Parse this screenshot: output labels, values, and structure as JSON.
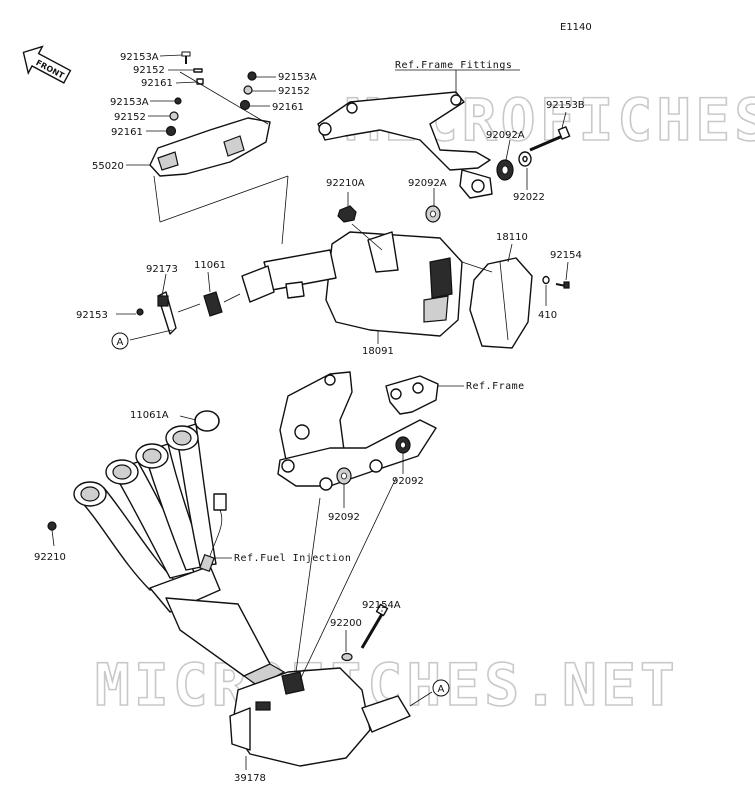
{
  "diagram_code": "E1140",
  "front_arrow_text": "FRONT",
  "watermark": "MICROFICHES.NET",
  "refs": {
    "frame_fittings": "Ref.Frame Fittings",
    "frame": "Ref.Frame",
    "fuel_injection": "Ref.Fuel Injection"
  },
  "markers": {
    "a": "A"
  },
  "parts": {
    "p92153A_1": "92153A",
    "p92152_1": "92152",
    "p92161_1": "92161",
    "p92153A_2": "92153A",
    "p92152_2": "92152",
    "p92161_2": "92161",
    "p92153A_3": "92153A",
    "p92152_3": "92152",
    "p92161_3": "92161",
    "p55020": "55020",
    "p92153B": "92153B",
    "p92092A_1": "92092A",
    "p92022": "92022",
    "p92210A": "92210A",
    "p92092A_2": "92092A",
    "p18110": "18110",
    "p92154": "92154",
    "p92173": "92173",
    "p11061": "11061",
    "p92153": "92153",
    "p410": "410",
    "p18091": "18091",
    "p11061A": "11061A",
    "p92092_1": "92092",
    "p92092_2": "92092",
    "p92210": "92210",
    "p92154A": "92154A",
    "p92200": "92200",
    "p39178": "39178"
  }
}
